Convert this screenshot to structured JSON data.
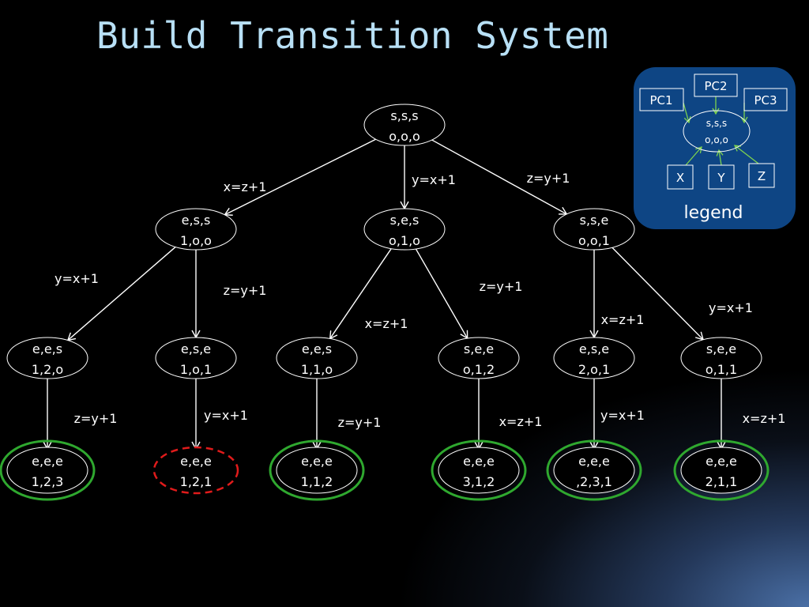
{
  "title": "Build Transition System",
  "colors": {
    "background": "#000000",
    "title": "#b8e0f6",
    "accepting": "#2fa82f",
    "error": "#e01b1b",
    "legend_bg": "#0e4584",
    "legend_arrow": "#7dd34f"
  },
  "diagram": {
    "nodes": [
      {
        "id": "root",
        "line1": "s,s,s",
        "line2": "o,o,o",
        "kind": "normal"
      },
      {
        "id": "n_ess",
        "line1": "e,s,s",
        "line2": "1,o,o",
        "kind": "normal"
      },
      {
        "id": "n_ses",
        "line1": "s,e,s",
        "line2": "o,1,o",
        "kind": "normal"
      },
      {
        "id": "n_sse",
        "line1": "s,s,e",
        "line2": "o,o,1",
        "kind": "normal"
      },
      {
        "id": "n_ees_120",
        "line1": "e,e,s",
        "line2": "1,2,o",
        "kind": "normal"
      },
      {
        "id": "n_ese_101",
        "line1": "e,s,e",
        "line2": "1,o,1",
        "kind": "normal"
      },
      {
        "id": "n_ees_110",
        "line1": "e,e,s",
        "line2": "1,1,o",
        "kind": "normal"
      },
      {
        "id": "n_see_012",
        "line1": "s,e,e",
        "line2": "o,1,2",
        "kind": "normal"
      },
      {
        "id": "n_ese_201",
        "line1": "e,s,e",
        "line2": "2,o,1",
        "kind": "normal"
      },
      {
        "id": "n_see_011",
        "line1": "s,e,e",
        "line2": "o,1,1",
        "kind": "normal"
      },
      {
        "id": "f_123",
        "line1": "e,e,e",
        "line2": "1,2,3",
        "kind": "accepting"
      },
      {
        "id": "f_121",
        "line1": "e,e,e",
        "line2": "1,2,1",
        "kind": "error"
      },
      {
        "id": "f_112",
        "line1": "e,e,e",
        "line2": "1,1,2",
        "kind": "accepting"
      },
      {
        "id": "f_312",
        "line1": "e,e,e",
        "line2": "3,1,2",
        "kind": "accepting"
      },
      {
        "id": "f_231",
        "line1": "e,e,e",
        "line2": ",2,3,1",
        "kind": "accepting"
      },
      {
        "id": "f_211",
        "line1": "e,e,e",
        "line2": "2,1,1",
        "kind": "accepting"
      }
    ],
    "edges": [
      {
        "from": "root",
        "to": "n_ess",
        "label": "x=z+1"
      },
      {
        "from": "root",
        "to": "n_ses",
        "label": "y=x+1"
      },
      {
        "from": "root",
        "to": "n_sse",
        "label": "z=y+1"
      },
      {
        "from": "n_ess",
        "to": "n_ees_120",
        "label": "y=x+1"
      },
      {
        "from": "n_ess",
        "to": "n_ese_101",
        "label": "z=y+1"
      },
      {
        "from": "n_ses",
        "to": "n_ees_110",
        "label": "x=z+1"
      },
      {
        "from": "n_ses",
        "to": "n_see_012",
        "label": "z=y+1"
      },
      {
        "from": "n_sse",
        "to": "n_ese_201",
        "label": "x=z+1"
      },
      {
        "from": "n_sse",
        "to": "n_see_011",
        "label": "y=x+1"
      },
      {
        "from": "n_ees_120",
        "to": "f_123",
        "label": "z=y+1"
      },
      {
        "from": "n_ese_101",
        "to": "f_121",
        "label": "y=x+1"
      },
      {
        "from": "n_ees_110",
        "to": "f_112",
        "label": "z=y+1"
      },
      {
        "from": "n_see_012",
        "to": "f_312",
        "label": "x=z+1"
      },
      {
        "from": "n_ese_201",
        "to": "f_231",
        "label": "y=x+1"
      },
      {
        "from": "n_see_011",
        "to": "f_211",
        "label": "x=z+1"
      }
    ]
  },
  "legend": {
    "title": "legend",
    "pc_boxes": [
      "PC1",
      "PC2",
      "PC3"
    ],
    "var_boxes": [
      "X",
      "Y",
      "Z"
    ],
    "center_line1": "s,s,s",
    "center_line2": "o,o,o"
  }
}
